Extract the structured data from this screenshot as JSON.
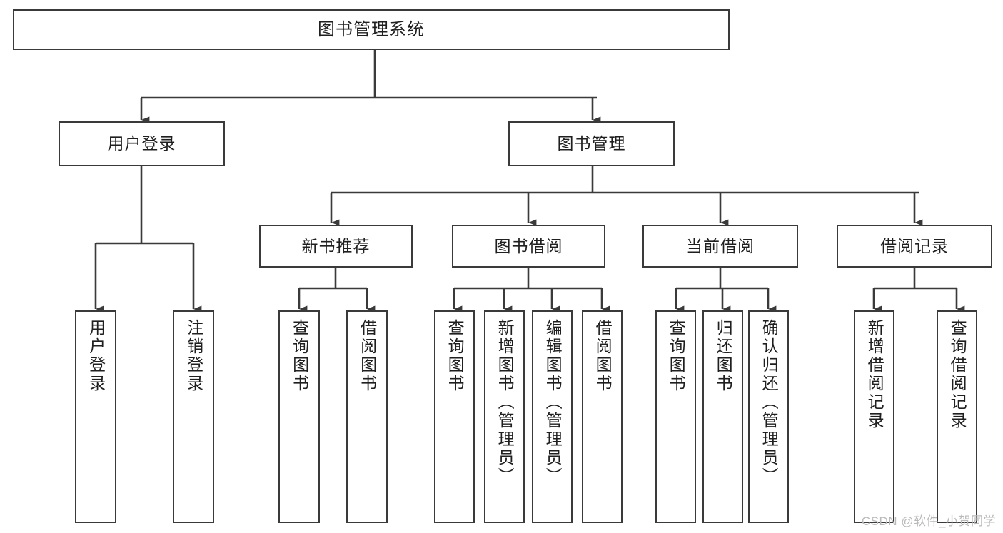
{
  "diagram": {
    "title": "图书管理系统",
    "type": "tree-hierarchy",
    "colors": {
      "node_border": "#3a3a3a",
      "node_fill": "#ffffff",
      "edge": "#3a3a3a",
      "text": "#1f1f1f",
      "watermark": "#b9b9b9",
      "background": "#ffffff"
    },
    "root": {
      "label": "图书管理系统"
    },
    "level2": [
      {
        "label": "用户登录"
      },
      {
        "label": "图书管理"
      }
    ],
    "level3": [
      {
        "label": "新书推荐"
      },
      {
        "label": "图书借阅"
      },
      {
        "label": "当前借阅"
      },
      {
        "label": "借阅记录"
      }
    ],
    "leaves": {
      "user_login": [
        {
          "label": "用户登录"
        },
        {
          "label": "注销登录"
        }
      ],
      "new_book_recommend": [
        {
          "label": "查询图书"
        },
        {
          "label": "借阅图书"
        }
      ],
      "book_borrow": [
        {
          "label": "查询图书"
        },
        {
          "label": "新增图书（管理员）"
        },
        {
          "label": "编辑图书（管理员）"
        },
        {
          "label": "借阅图书"
        }
      ],
      "current_borrow": [
        {
          "label": "查询图书"
        },
        {
          "label": "归还图书"
        },
        {
          "label": "确认归还（管理员）"
        }
      ],
      "borrow_record": [
        {
          "label": "新增借阅记录"
        },
        {
          "label": "查询借阅记录"
        }
      ]
    },
    "watermark": "CSDN @软件_小贺同学"
  }
}
